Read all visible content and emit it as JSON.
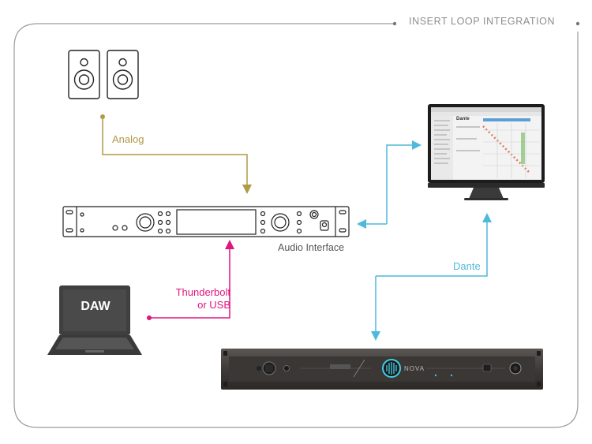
{
  "header": {
    "title": "INSERT LOOP INTEGRATION"
  },
  "connections": {
    "analog": "Analog",
    "thunderbolt_line1": "Thunderbolt",
    "thunderbolt_line2": "or USB",
    "dante": "Dante"
  },
  "devices": {
    "audio_interface": "Audio Interface",
    "laptop_screen": "DAW",
    "nova_brand": "NOVA",
    "dante_logo": "Dante"
  },
  "colors": {
    "analog": "#b09a47",
    "usb": "#e0157f",
    "dante": "#4fb9dc",
    "frame": "#9a9a9a"
  },
  "icons": [
    "speaker-icon",
    "rack-interface-icon",
    "laptop-icon",
    "monitor-icon",
    "nova-unit-icon"
  ]
}
